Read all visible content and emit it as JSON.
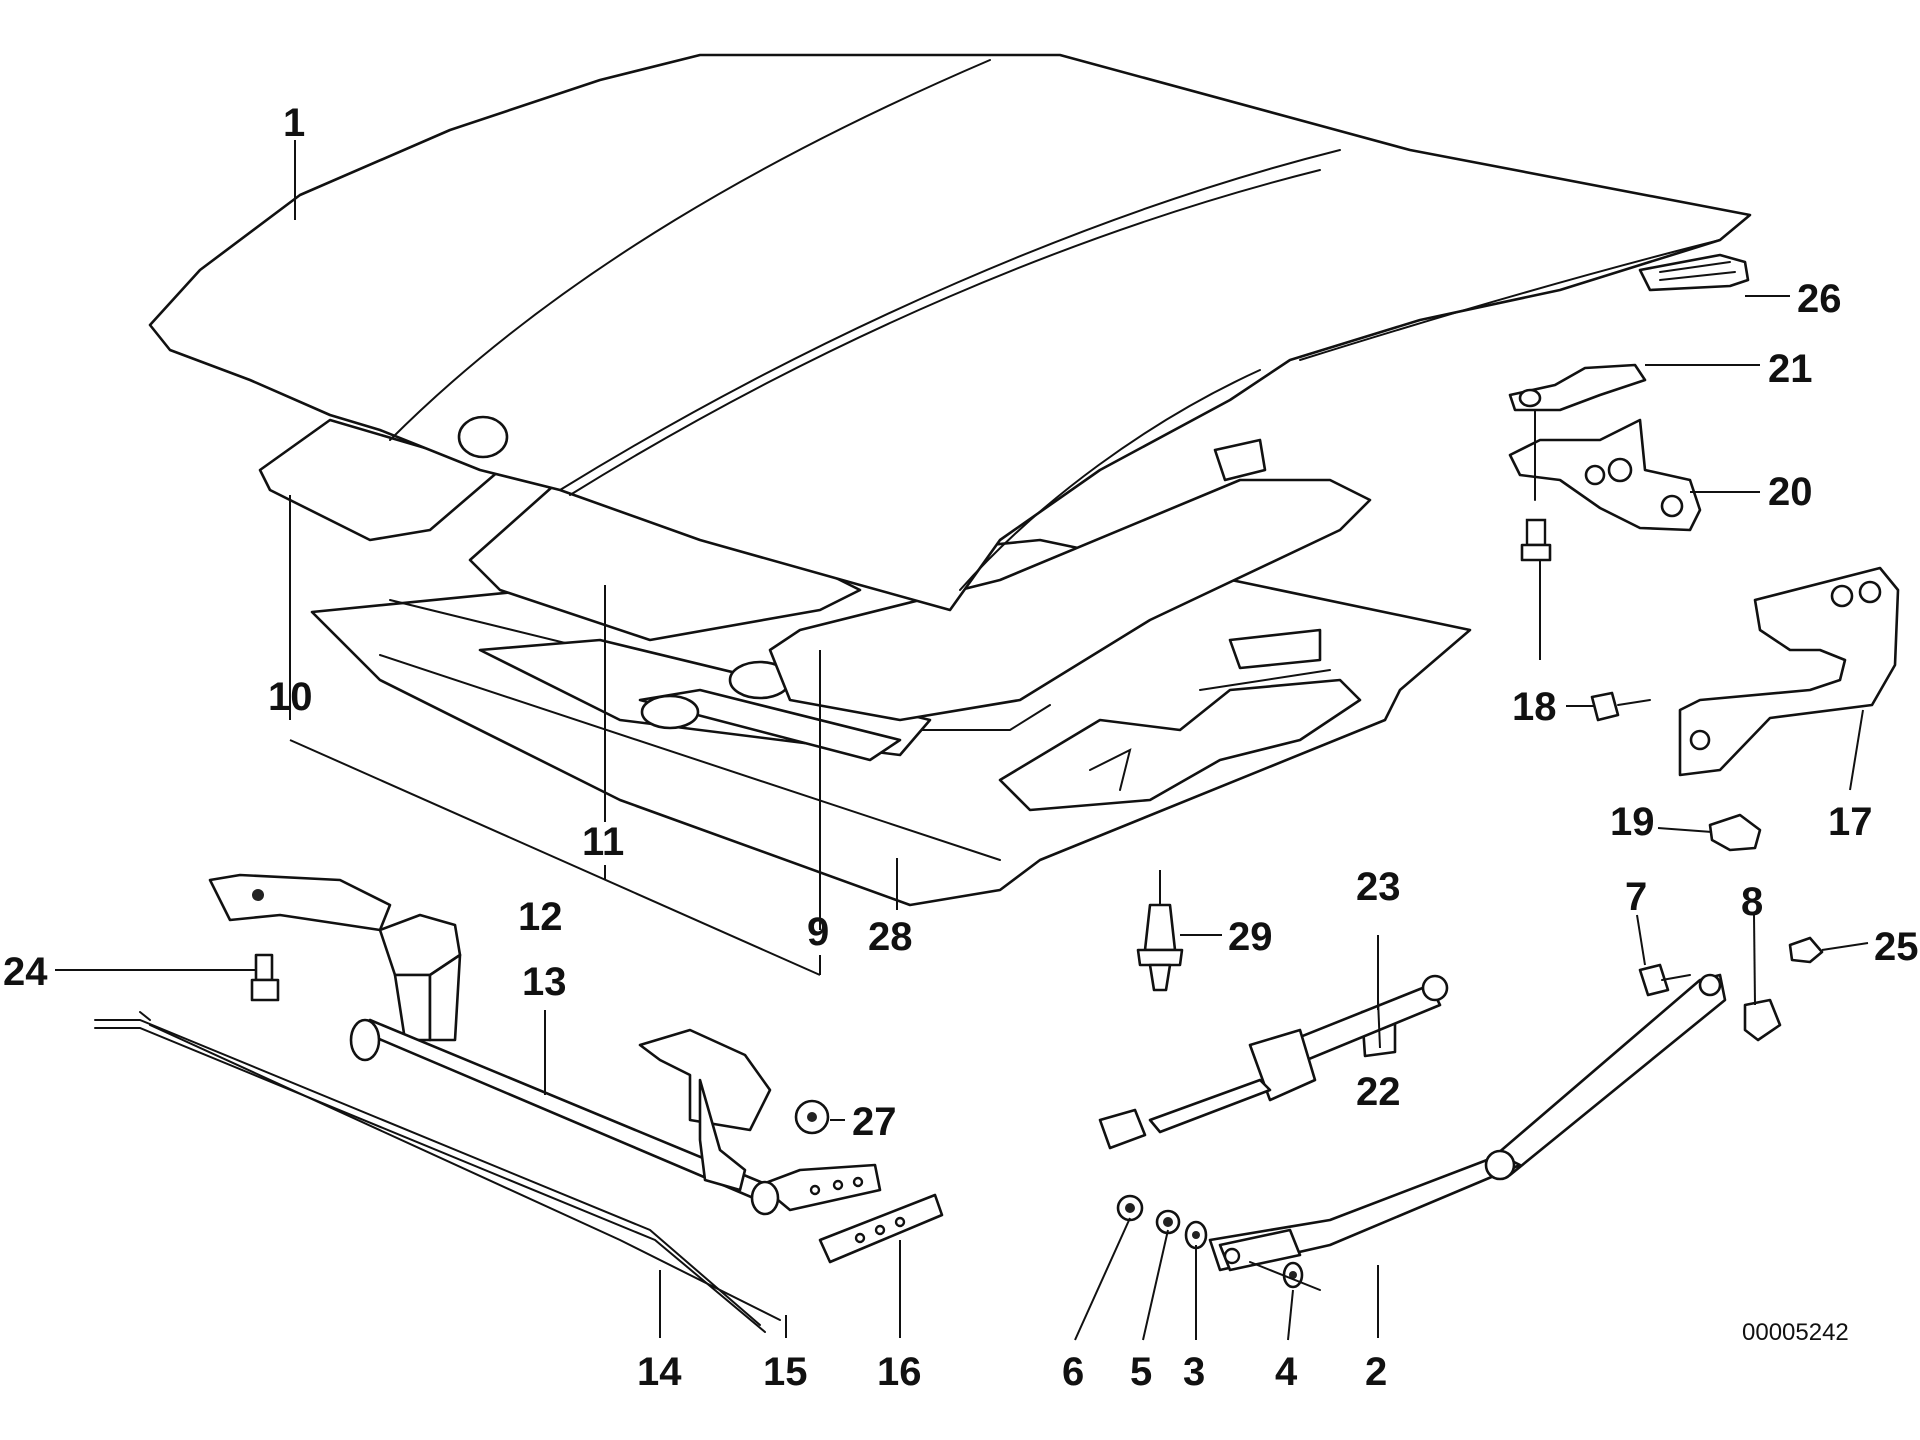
{
  "diagram": {
    "document_number": "00005242",
    "callouts": [
      {
        "id": "1",
        "label": "1"
      },
      {
        "id": "2",
        "label": "2"
      },
      {
        "id": "3",
        "label": "3"
      },
      {
        "id": "4",
        "label": "4"
      },
      {
        "id": "5",
        "label": "5"
      },
      {
        "id": "6",
        "label": "6"
      },
      {
        "id": "7",
        "label": "7"
      },
      {
        "id": "8",
        "label": "8"
      },
      {
        "id": "9",
        "label": "9"
      },
      {
        "id": "10",
        "label": "10"
      },
      {
        "id": "11",
        "label": "11"
      },
      {
        "id": "12",
        "label": "12"
      },
      {
        "id": "13",
        "label": "13"
      },
      {
        "id": "14",
        "label": "14"
      },
      {
        "id": "15",
        "label": "15"
      },
      {
        "id": "16",
        "label": "16"
      },
      {
        "id": "17",
        "label": "17"
      },
      {
        "id": "18",
        "label": "18"
      },
      {
        "id": "19",
        "label": "19"
      },
      {
        "id": "20",
        "label": "20"
      },
      {
        "id": "21",
        "label": "21"
      },
      {
        "id": "22",
        "label": "22"
      },
      {
        "id": "23",
        "label": "23"
      },
      {
        "id": "24",
        "label": "24"
      },
      {
        "id": "25",
        "label": "25"
      },
      {
        "id": "26",
        "label": "26"
      },
      {
        "id": "27",
        "label": "27"
      },
      {
        "id": "28",
        "label": "28"
      },
      {
        "id": "29",
        "label": "29"
      }
    ]
  }
}
